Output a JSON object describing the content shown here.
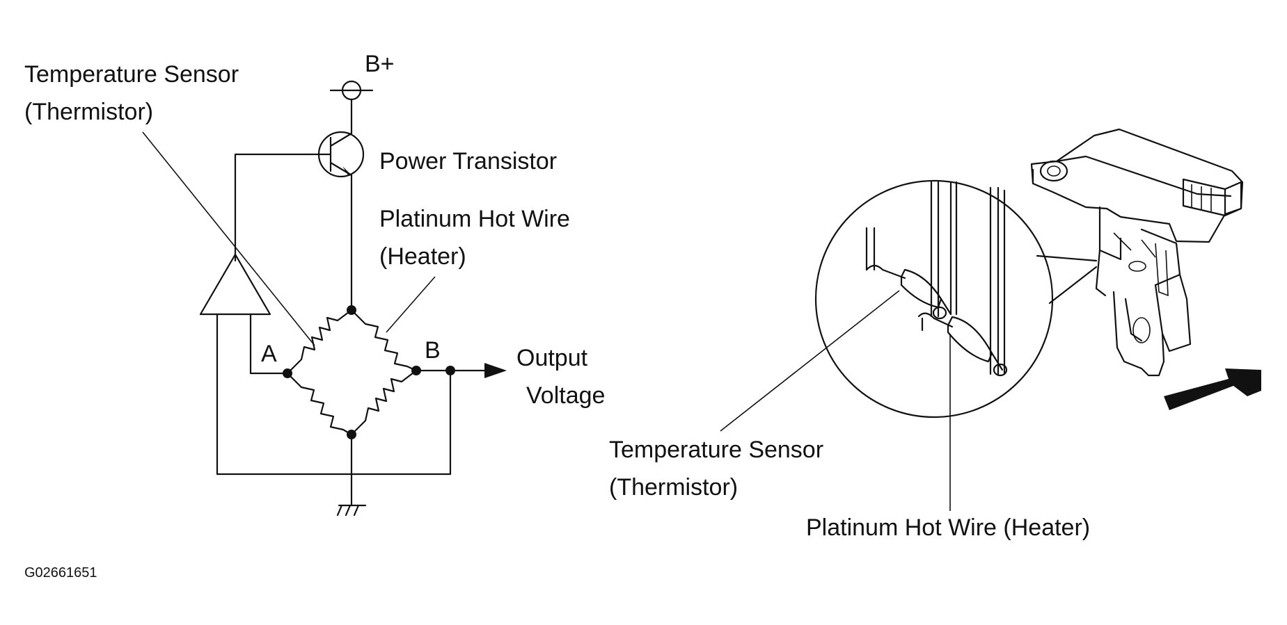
{
  "circuit": {
    "supply_label": "B+",
    "temp_sensor_line1": "Temperature Sensor",
    "temp_sensor_line2": "(Thermistor)",
    "power_transistor": "Power Transistor",
    "hot_wire_line1": "Platinum Hot Wire",
    "hot_wire_line2": "(Heater)",
    "node_a": "A",
    "node_b": "B",
    "output_line1": "Output",
    "output_line2": "Voltage"
  },
  "sensor_view": {
    "temp_sensor_line1": "Temperature Sensor",
    "temp_sensor_line2": "(Thermistor)",
    "hot_wire_label": "Platinum Hot Wire (Heater)"
  },
  "figure_code": "G02661651",
  "colors": {
    "ink": "#111111",
    "background": "#ffffff"
  },
  "icons": [
    "ground-icon",
    "transistor-icon",
    "amplifier-icon",
    "airflow-arrow-icon"
  ]
}
